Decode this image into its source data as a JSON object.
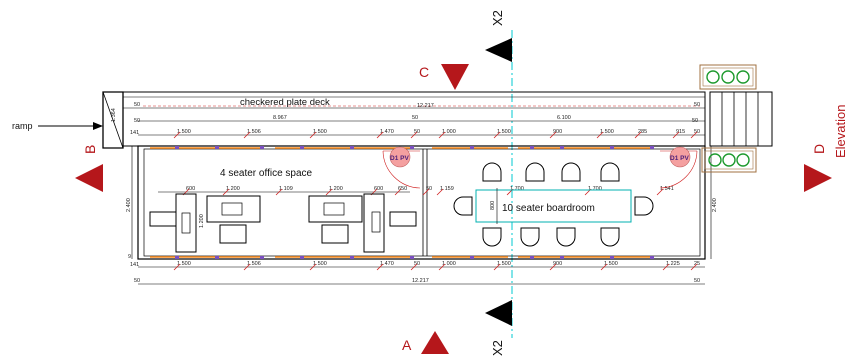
{
  "labels": {
    "deck": "checkered plate deck",
    "office": "4 seater office space",
    "boardroom": "10 seater boardroom",
    "ramp": "ramp",
    "door_left": "D1 PV",
    "door_right": "D1 PV",
    "axis_top": "X2",
    "axis_bottom": "X2"
  },
  "markers": {
    "a": "A",
    "b": "B",
    "c": "C",
    "d": "D",
    "elevation": "Elevation"
  },
  "dims": {
    "deck_total": "12.217",
    "deck_left": "8.967",
    "deck_right": "6.100",
    "end_left_a": "50",
    "end_left_b": "141",
    "end_top_left": "50",
    "end_top_right": "50",
    "mid_50": "50",
    "top_row": [
      "1.500",
      "1.506",
      "1.500",
      "1.470",
      "50",
      "1.000",
      "1.500",
      "900",
      "1.500",
      "285",
      "915",
      "50"
    ],
    "office_row": [
      "600",
      "1.200",
      "1.109",
      "1.200",
      "600",
      "650",
      "50",
      "1.159",
      "1.700",
      "1.700",
      "1.541"
    ],
    "bottom_row": [
      "1.500",
      "1.506",
      "1.500",
      "1.470",
      "50",
      "1.000",
      "1.500",
      "900",
      "1.500",
      "1.225",
      "25"
    ],
    "bottom_total": "12.217",
    "bottom_end_left": "50",
    "bottom_end_right": "50",
    "bottom_left_141": "141",
    "bottom_left_9": "9",
    "height_left": "2.400",
    "height_right": "2.400",
    "deck_height": "1.364",
    "table_depth": "800",
    "desk_depth": "1.200",
    "mid_top_extra": "50"
  },
  "colors": {
    "marker": "#b5171b",
    "axis_line": "#00c8d2",
    "window": "#ff8c1a",
    "door_badge": "#f4a0a0",
    "planter_frame": "#a07040",
    "planter_leaf": "#1e9a2e",
    "table": "#00b0b0",
    "dim_tick": "#d02020"
  }
}
